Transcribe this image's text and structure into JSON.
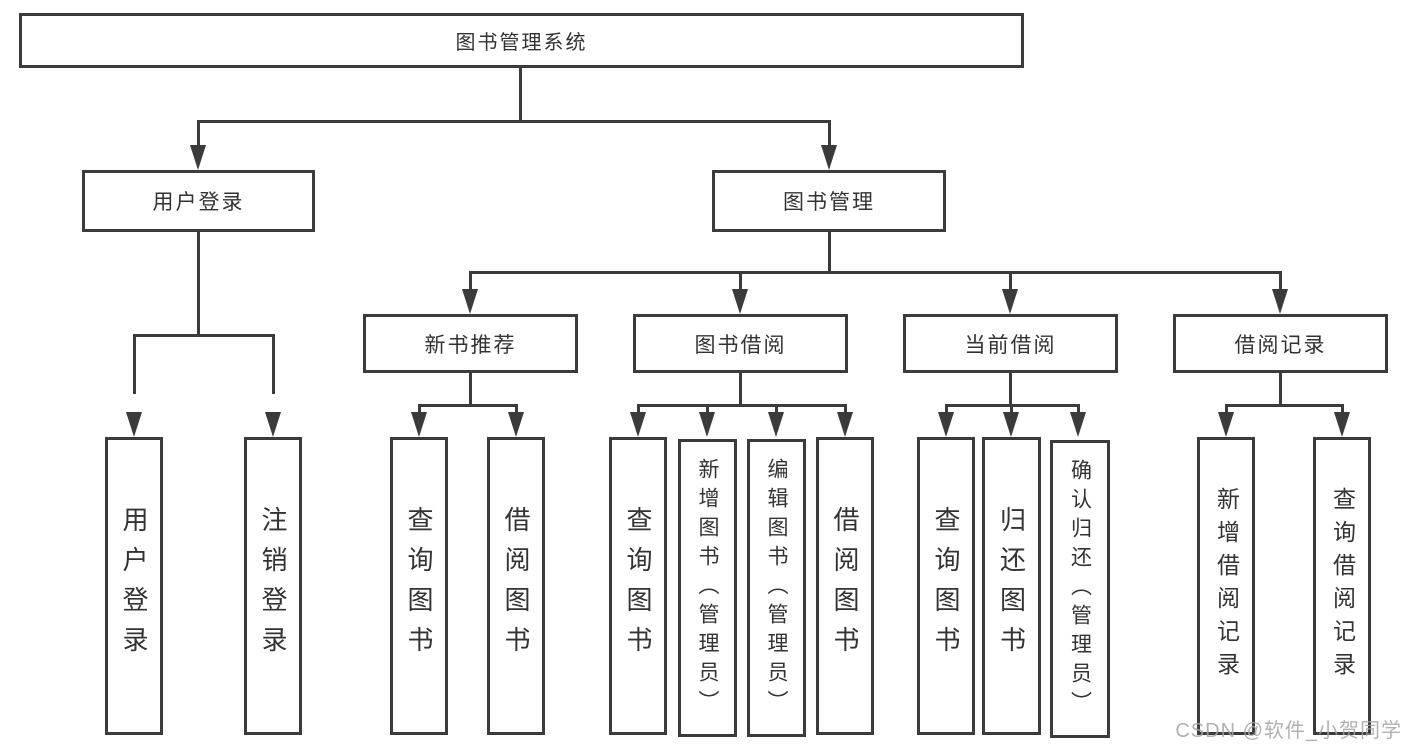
{
  "nodes": {
    "root": "图书管理系统",
    "user_login": "用户登录",
    "book_management": "图书管理",
    "new_book_recommendation": "新书推荐",
    "book_borrowing": "图书借阅",
    "current_borrowing": "当前借阅",
    "borrowing_records": "借阅记录"
  },
  "leaves": {
    "user_login": "用户登录",
    "logout": "注销登录",
    "query_books_recommend": "查询图书",
    "borrow_books_recommend": "借阅图书",
    "query_books_borrowing": "查询图书",
    "add_books_admin": "新增图书（管理员）",
    "edit_books_admin": "编辑图书（管理员）",
    "borrow_books_borrowing": "借阅图书",
    "query_books_current": "查询图书",
    "return_books": "归还图书",
    "confirm_return_admin": "确认归还（管理员）",
    "add_borrow_record": "新增借阅记录",
    "query_borrow_record": "查询借阅记录"
  },
  "watermark": "CSDN @软件_小贺同学"
}
